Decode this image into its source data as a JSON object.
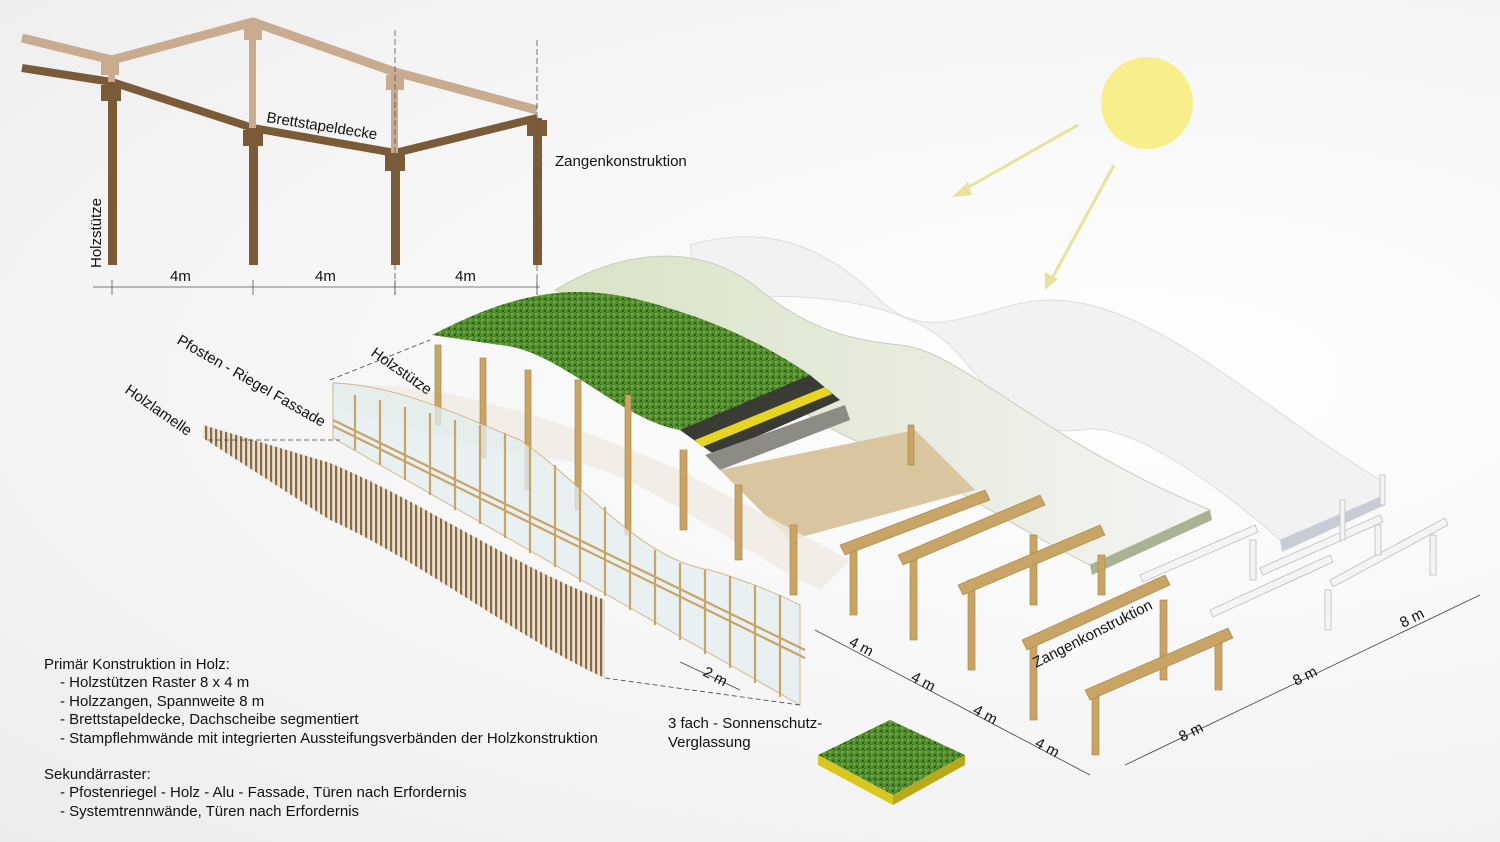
{
  "elevation": {
    "labels": {
      "column": "Holzstütze",
      "deck": "Brettstapeldecke",
      "tongs": "Zangenkonstruktion"
    },
    "dimensions": [
      "4m",
      "4m",
      "4m"
    ]
  },
  "axonometric": {
    "labels": {
      "facade": "Pfosten - Riegel Fassade",
      "column": "Holzstütze",
      "lamella": "Holzlamelle",
      "tongs": "Zangenkonstruktion",
      "glazing_line1": "3 fach - Sonnenschutz-",
      "glazing_line2": "Verglassung"
    },
    "dim_small": "2 m",
    "dims_4m": [
      "4 m",
      "4 m",
      "4 m",
      "4 m"
    ],
    "dims_8m": [
      "8 m",
      "8 m",
      "8 m"
    ]
  },
  "notes": {
    "primary_title": "Primär Konstruktion in Holz:",
    "primary_items": [
      "- Holzstützen Raster 8 x 4 m",
      "- Holzzangen, Spannweite 8 m",
      "- Brettstapeldecke, Dachscheibe segmentiert",
      "- Stampflehmwände mit integrierten Aussteifungsverbänden der Holzkonstruktion"
    ],
    "secondary_title": "Sekundärraster:",
    "secondary_items": [
      "- Pfostenriegel - Holz - Alu - Fassade, Türen nach Erfordernis",
      "- Systemtrennwände, Türen nach Erfordernis"
    ]
  },
  "colors": {
    "sun": "#f8ef8c",
    "wood": "#c9a467",
    "dark_wood": "#7a5a36",
    "grass": "#4d8a2a",
    "roof": "#e9ede0"
  }
}
